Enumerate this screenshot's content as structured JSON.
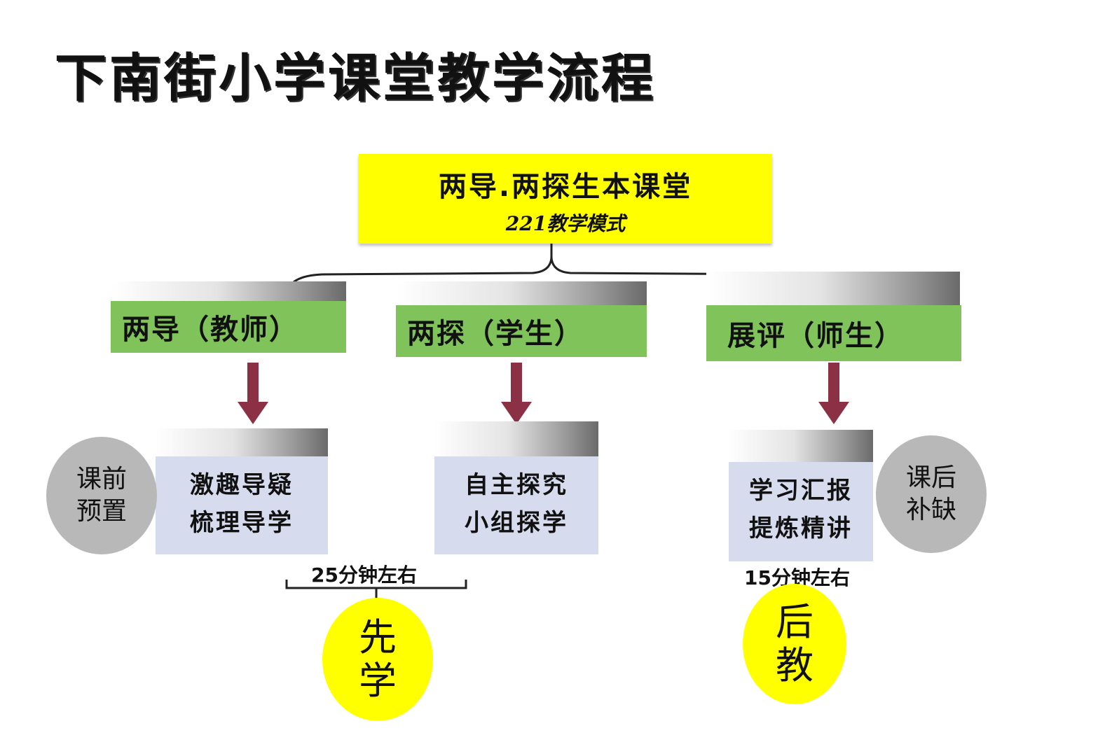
{
  "title": "下南街小学课堂教学流程",
  "top_box": {
    "line1": "两导.两探生本课堂",
    "line2": "221教学模式"
  },
  "branches": [
    {
      "header": "两导（教师）",
      "content": [
        "激趣导疑",
        "梳理导学"
      ]
    },
    {
      "header": "两探（学生）",
      "content": [
        "自主探究",
        "小组探学"
      ]
    },
    {
      "header": "展评（师生）",
      "content": [
        "学习汇报",
        "提炼精讲"
      ]
    }
  ],
  "side_circles": {
    "before": [
      "课前",
      "预置"
    ],
    "after": [
      "课后",
      "补缺"
    ]
  },
  "time_labels": {
    "first": "25分钟左右",
    "second": "15分钟左右"
  },
  "bottom_circles": {
    "first": [
      "先",
      "学"
    ],
    "second": [
      "后",
      "教"
    ]
  },
  "colors": {
    "top_box": "#ffff00",
    "green_box": "#7fc35a",
    "blue_box": "#d6dcee",
    "gray_circle": "#b8b8b8",
    "yellow_circle": "#ffff00",
    "arrow": "#8b3045"
  }
}
